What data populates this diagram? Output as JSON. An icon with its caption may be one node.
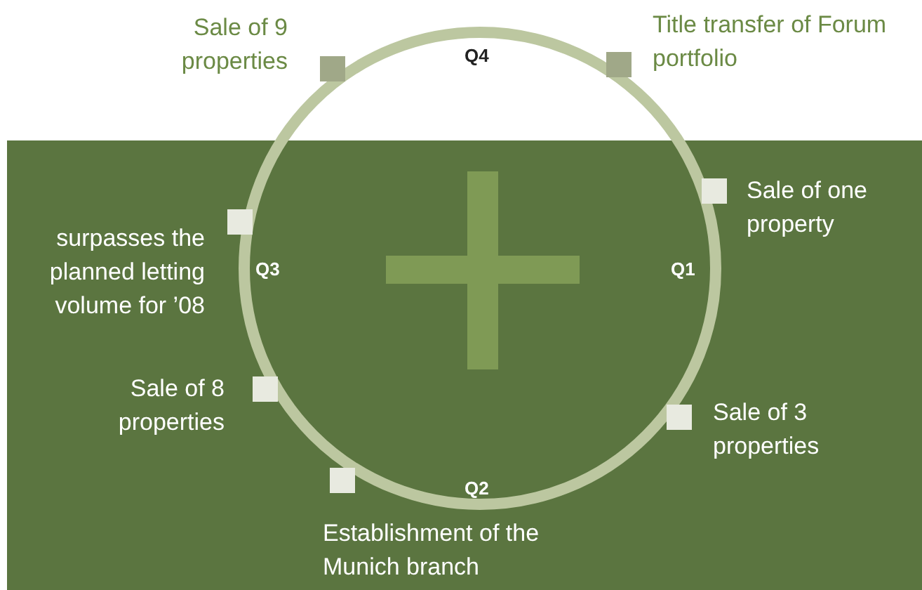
{
  "diagram": {
    "labels": [
      "Sale of 9 properties",
      "Q4",
      "Title transfer of Forum portfolio",
      "Sale of one property",
      "surpasses the planned letting volume for ’08",
      "Q3",
      "Q1",
      "Sale of 8 properties",
      "Sale of 3 properties",
      "Q2",
      "Establishment of the Munich branch"
    ]
  }
}
